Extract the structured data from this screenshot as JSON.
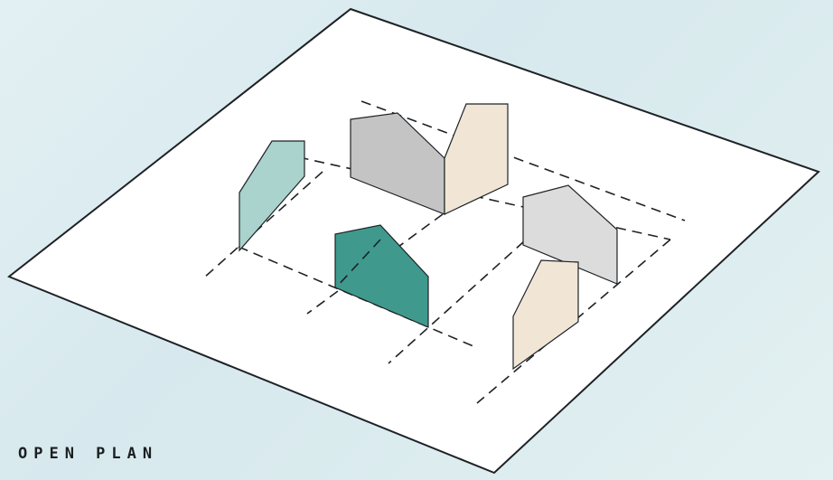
{
  "caption": "OPEN PLAN",
  "colors": {
    "background": "#dcecef",
    "ground_plane": "#ffffff",
    "outline": "#1e2226",
    "grid_line": "#1e2226",
    "panel_teal_light": "#a9d3cc",
    "panel_teal_dark": "#3f9a8d",
    "panel_gray_dark": "#c4c4c4",
    "panel_gray_light": "#dcdcdc",
    "panel_beige": "#f1e6d6"
  },
  "elements": {
    "ground_plane": "ground-plane",
    "grid": "dashed-grid-lines",
    "wall_panels": [
      "teal-light-wall-panel",
      "teal-dark-wall-panel",
      "gray-dark-wall-panel",
      "beige-wall-panel-back",
      "gray-light-wall-panel",
      "beige-wall-panel-front"
    ]
  }
}
